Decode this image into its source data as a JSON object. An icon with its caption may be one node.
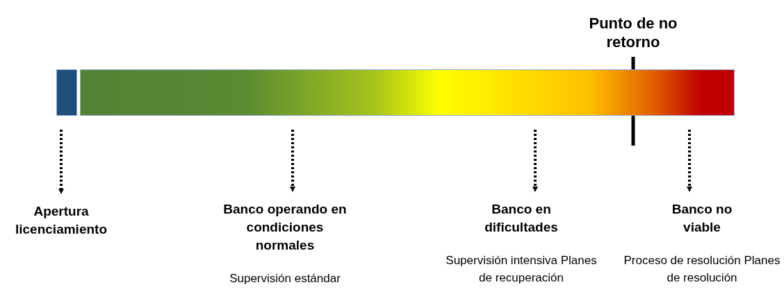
{
  "diagram": {
    "nodes": [
      {
        "text": [],
        "shape": "bar"
      },
      {
        "text": [],
        "shape": "bar"
      },
      {
        "text": [
          "Apertura licenciamiento"
        ]
      },
      {
        "text": [
          "Banco operando en condiciones normales",
          "Supervisión estándar"
        ]
      },
      {
        "text": [
          "Banco en dificultades",
          "Supervisión intensiva Planes de recuperación"
        ]
      },
      {
        "text": [
          "Banco no viable",
          "Proceso de resolución Planes de resolución"
        ]
      }
    ],
    "edges": [
      {
        "from": 0,
        "to": 2,
        "arrow": "to",
        "style": "dashed"
      },
      {
        "from": 1,
        "to": 3,
        "arrow": "to",
        "style": "dashed"
      },
      {
        "from": 1,
        "to": 4,
        "arrow": "to",
        "style": "dashed"
      },
      {
        "from": 1,
        "to": 5,
        "arrow": "to",
        "style": "dashed"
      }
    ],
    "labels": [
      "Punto de no retorno"
    ]
  }
}
